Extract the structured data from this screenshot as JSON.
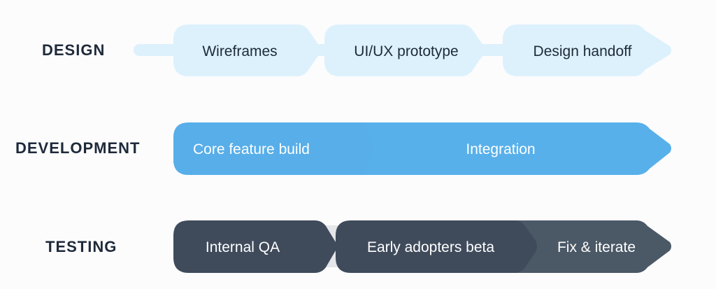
{
  "lanes": [
    {
      "label": "DESIGN",
      "color": "#dcf1fc",
      "text_color": "#1e2a3a",
      "steps": [
        {
          "label": "Wireframes"
        },
        {
          "label": "UI/UX prototype"
        },
        {
          "label": "Design handoff"
        }
      ]
    },
    {
      "label": "DEVELOPMENT",
      "color": "#58b0ea",
      "text_color": "#ffffff",
      "steps": [
        {
          "label": "Core feature build"
        },
        {
          "label": "Integration"
        }
      ]
    },
    {
      "label": "TESTING",
      "color": "#3f4b5b",
      "accent": "#4b5866",
      "text_color": "#ffffff",
      "steps": [
        {
          "label": "Internal QA"
        },
        {
          "label": "Early adopters beta"
        },
        {
          "label": "Fix & iterate"
        }
      ]
    }
  ]
}
